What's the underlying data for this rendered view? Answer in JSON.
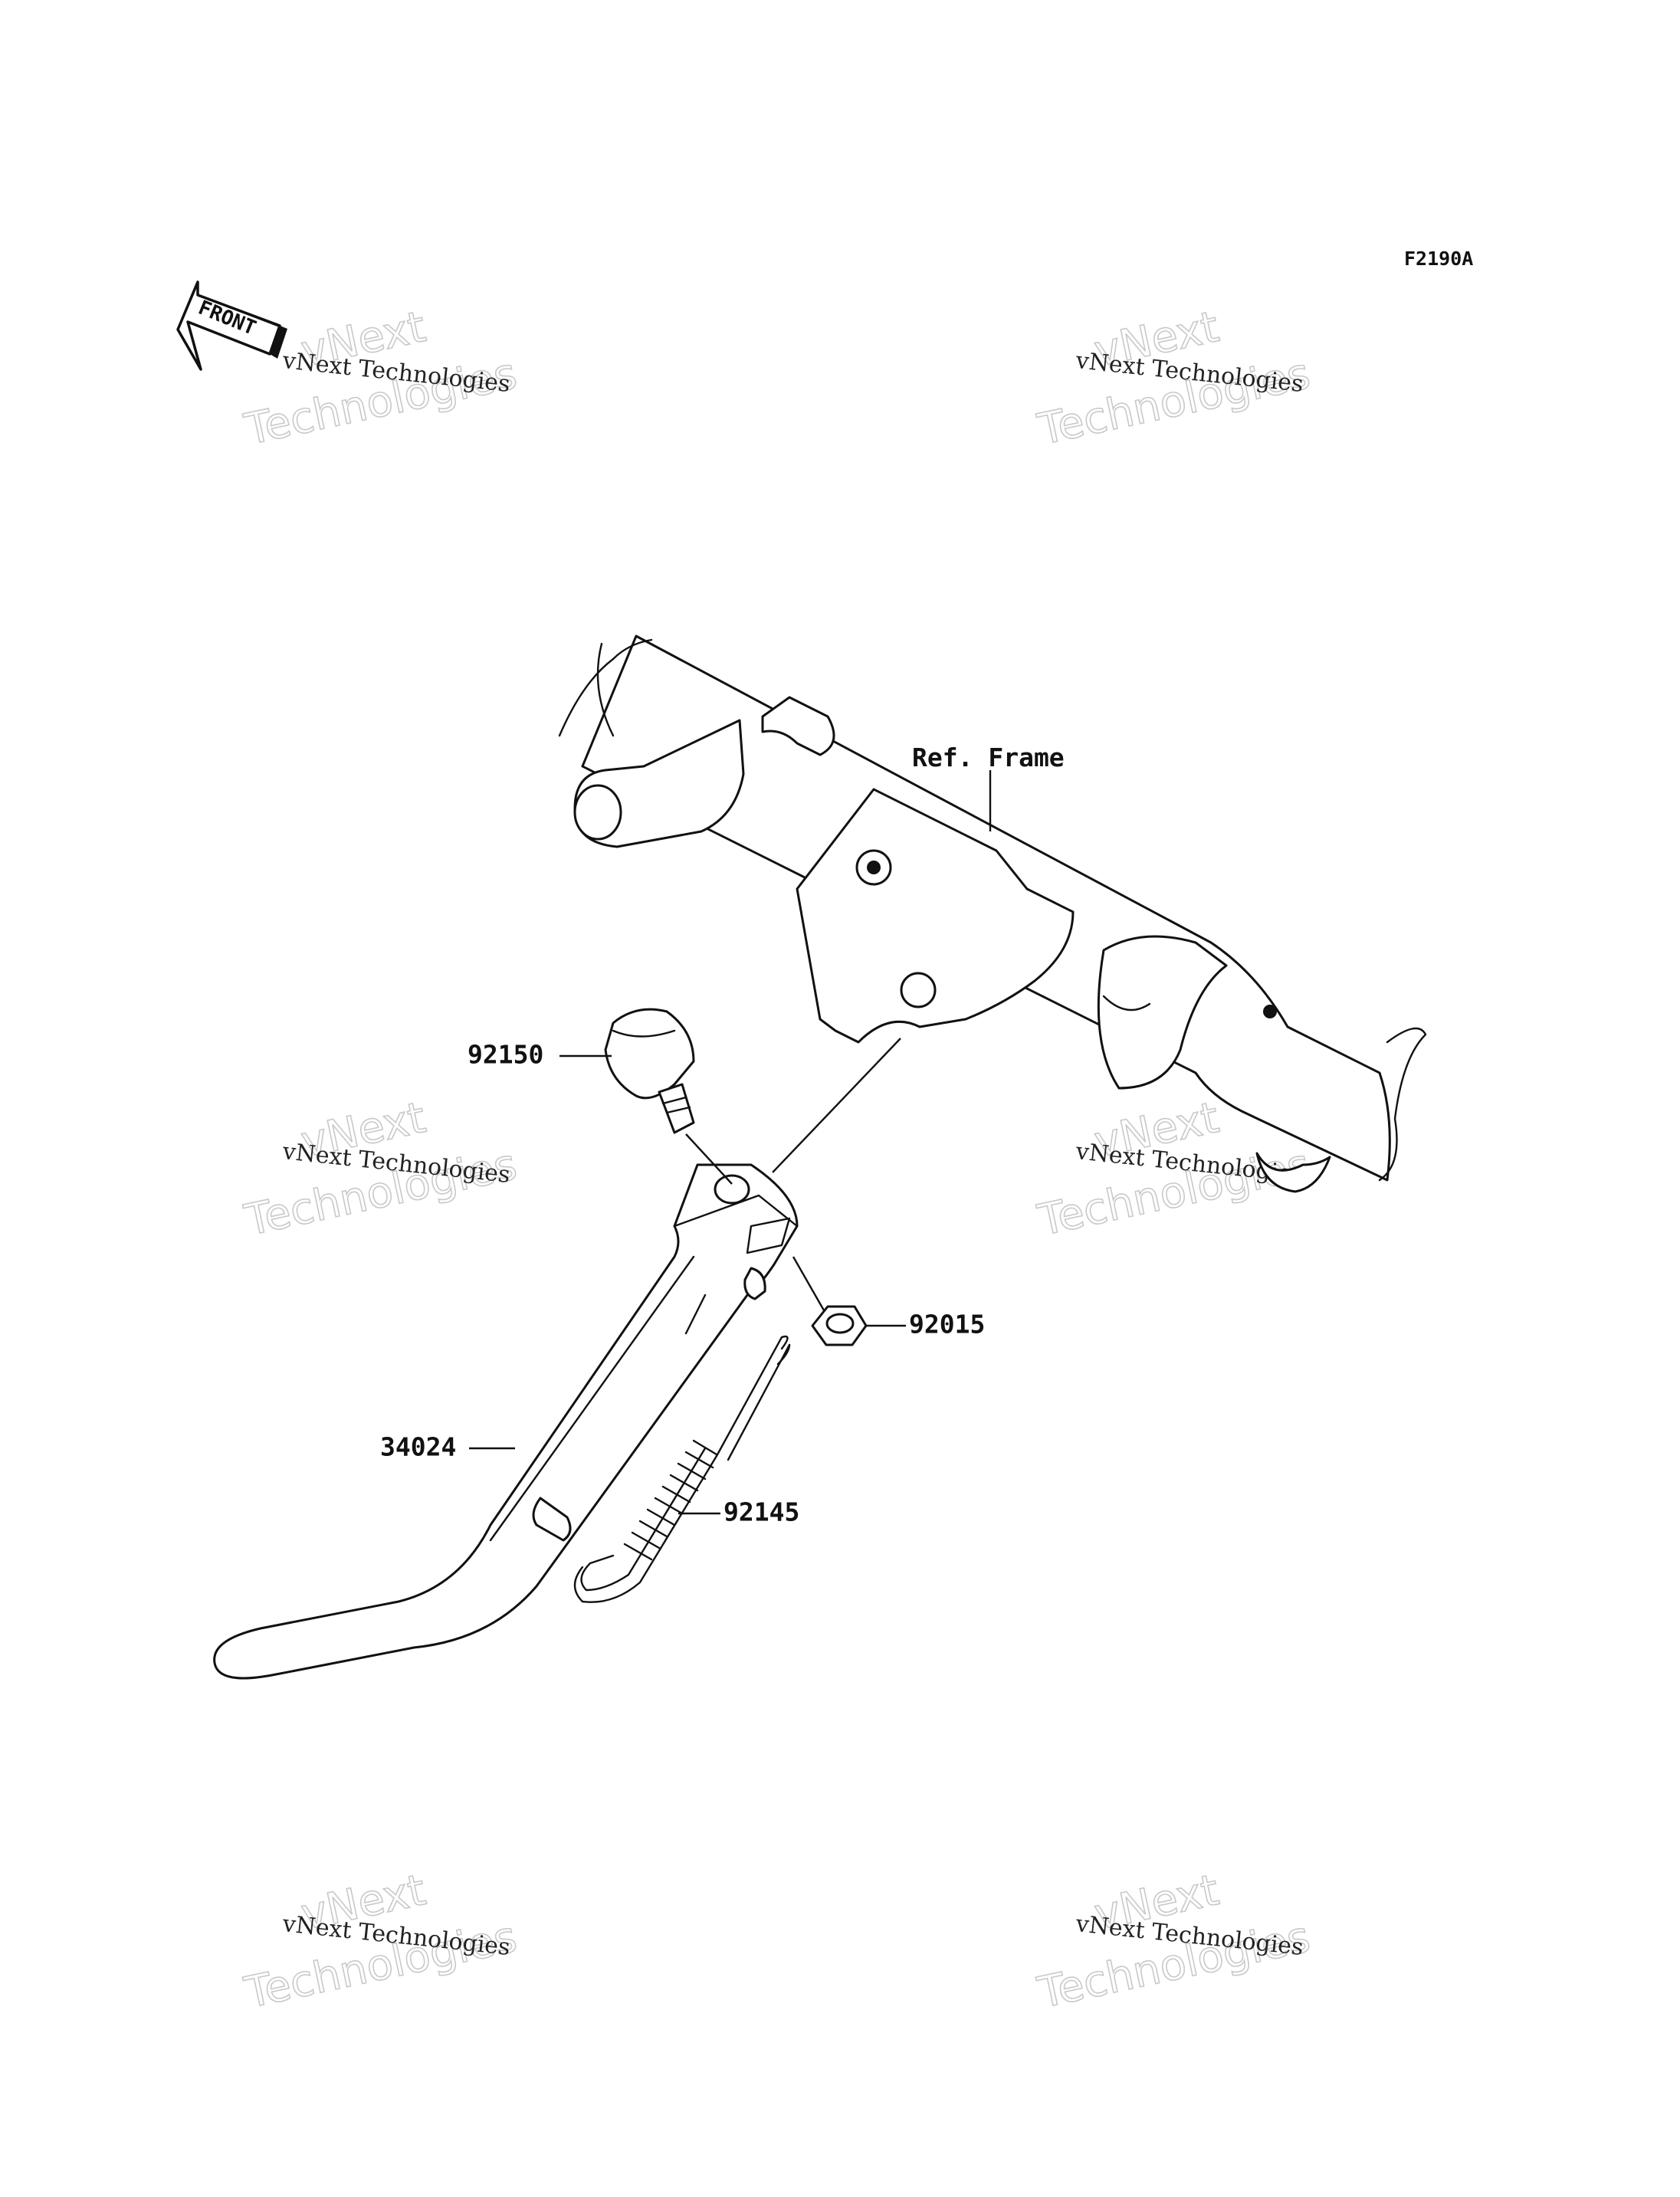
{
  "diagram_code": "F2190A",
  "front_arrow_text": "FRONT",
  "watermark": {
    "line_small": "vNext Technologies",
    "big_word_1": "vNext",
    "big_word_2": "Technologies"
  },
  "callouts": {
    "ref_frame": "Ref. Frame",
    "bolt": "92150",
    "nut": "92015",
    "side_stand": "34024",
    "spring": "92145"
  }
}
